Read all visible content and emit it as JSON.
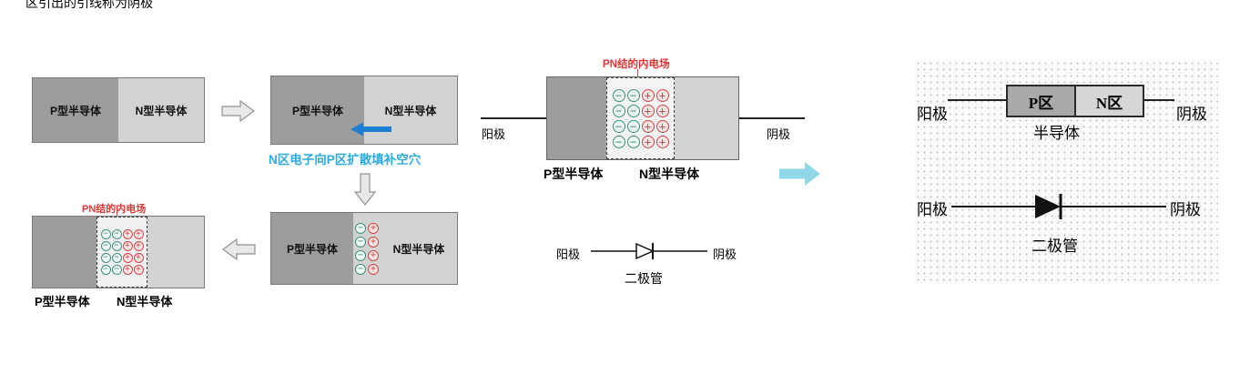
{
  "page": {
    "top_text": "区引出的引线称为阴极"
  },
  "labels": {
    "p_type": "P型半导体",
    "n_type": "N型半导体",
    "pn_field": "PN结的内电场",
    "diffusion_caption": "N区电子向P区扩散填补空穴",
    "anode": "阳极",
    "cathode": "阴极",
    "diode": "二极管",
    "semiconductor": "半导体",
    "p_region": "P区",
    "n_region": "N区"
  },
  "glyphs": {
    "minus": "−",
    "plus": "+"
  },
  "colors": {
    "p_fill": "#9d9d9d",
    "n_fill": "#d2d2d2",
    "junction_fill": "#f0f0f0",
    "blue_arrow": "#1e7fd2",
    "cyan_text": "#29abe2",
    "red_text": "#e03535",
    "minus_green": "#3f9080",
    "plus_red": "#d04545",
    "big_arrow": "#8fd6e9",
    "hollow_arrow_fill": "#e8e8e8",
    "hollow_arrow_stroke": "#909090"
  }
}
